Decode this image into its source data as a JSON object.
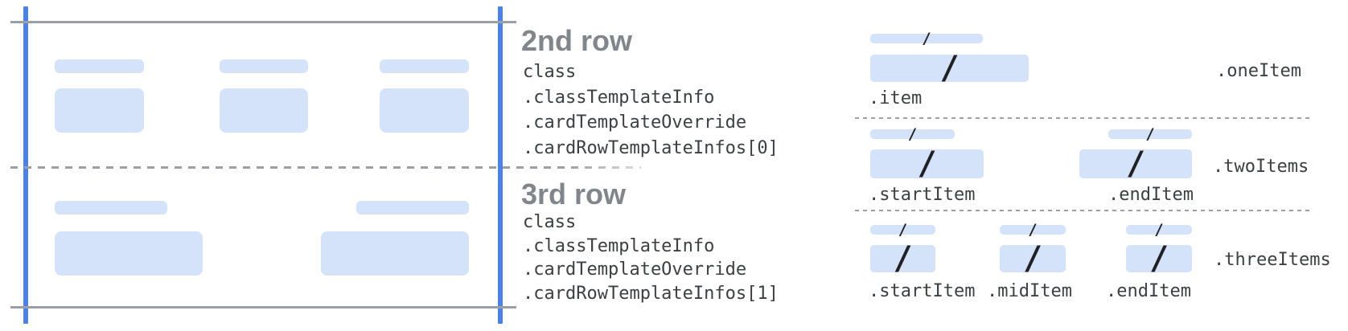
{
  "palette": {
    "fill": "#d4e2fa",
    "accent": "#4c82e8",
    "grayline": "#9aa0a6",
    "heading": "#80868b",
    "code": "#3c4043",
    "slash": "#202124",
    "bg": "#ffffff"
  },
  "middle": {
    "row2": {
      "heading": "2nd row",
      "code_lines": [
        "class",
        ".classTemplateInfo",
        ".cardTemplateOverride",
        ".cardRowTemplateInfos[0]"
      ]
    },
    "row3": {
      "heading": "3rd row",
      "code_lines": [
        "class",
        ".classTemplateInfo",
        ".cardTemplateOverride",
        ".cardRowTemplateInfos[1]"
      ]
    }
  },
  "right": {
    "slash": "/",
    "sections": [
      {
        "name": ".oneItem",
        "items": [
          {
            "label": ".item"
          }
        ]
      },
      {
        "name": ".twoItems",
        "items": [
          {
            "label": ".startItem"
          },
          {
            "label": ".endItem"
          }
        ]
      },
      {
        "name": ".threeItems",
        "items": [
          {
            "label": ".startItem"
          },
          {
            "label": ".midItem"
          },
          {
            "label": ".endItem"
          }
        ]
      }
    ]
  }
}
